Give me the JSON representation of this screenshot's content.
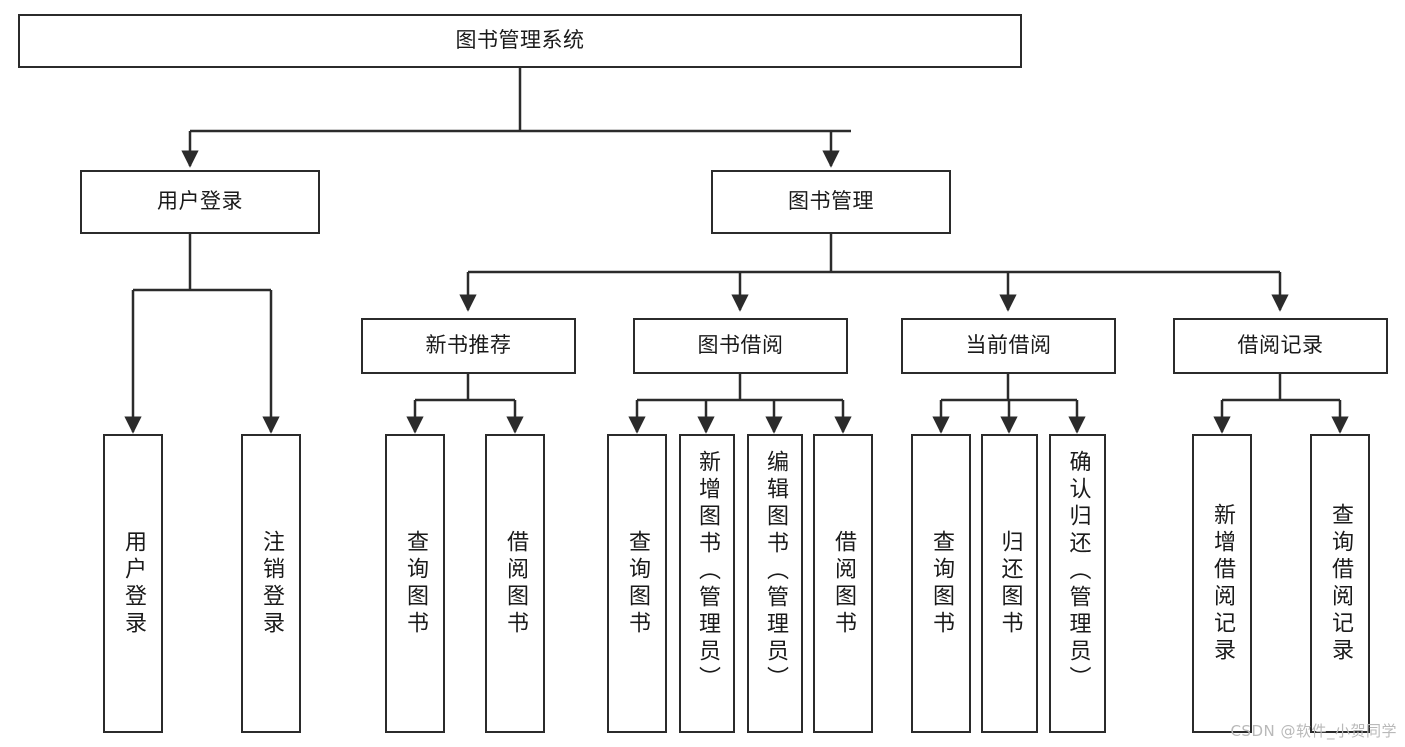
{
  "diagram": {
    "title": "图书管理系统",
    "watermark": "CSDN @软件_小贺同学",
    "colors": {
      "stroke": "#2b2b2b",
      "fill": "#ffffff",
      "text": "#1a1a1a",
      "watermark": "#b9b9b9"
    },
    "levels": {
      "root": "图书管理系统",
      "level2": [
        "用户登录",
        "图书管理"
      ],
      "level3": [
        "新书推荐",
        "图书借阅",
        "当前借阅",
        "借阅记录"
      ]
    },
    "nodes": {
      "root": {
        "label": "图书管理系统"
      },
      "user_login": {
        "label": "用户登录"
      },
      "book_manage": {
        "label": "图书管理"
      },
      "new_book_rec": {
        "label": "新书推荐"
      },
      "book_borrow": {
        "label": "图书借阅"
      },
      "current_borrow": {
        "label": "当前借阅"
      },
      "borrow_record": {
        "label": "借阅记录"
      }
    },
    "leaves": {
      "user_login": [
        {
          "label": "用户登录"
        },
        {
          "label": "注销登录"
        }
      ],
      "new_book_rec": [
        {
          "label": "查询图书"
        },
        {
          "label": "借阅图书"
        }
      ],
      "book_borrow": [
        {
          "label": "查询图书"
        },
        {
          "label": "新增图书（管理员）"
        },
        {
          "label": "编辑图书（管理员）"
        },
        {
          "label": "借阅图书"
        }
      ],
      "current_borrow": [
        {
          "label": "查询图书"
        },
        {
          "label": "归还图书"
        },
        {
          "label": "确认归还（管理员）"
        }
      ],
      "borrow_record": [
        {
          "label": "新增借阅记录"
        },
        {
          "label": "查询借阅记录"
        }
      ]
    }
  }
}
